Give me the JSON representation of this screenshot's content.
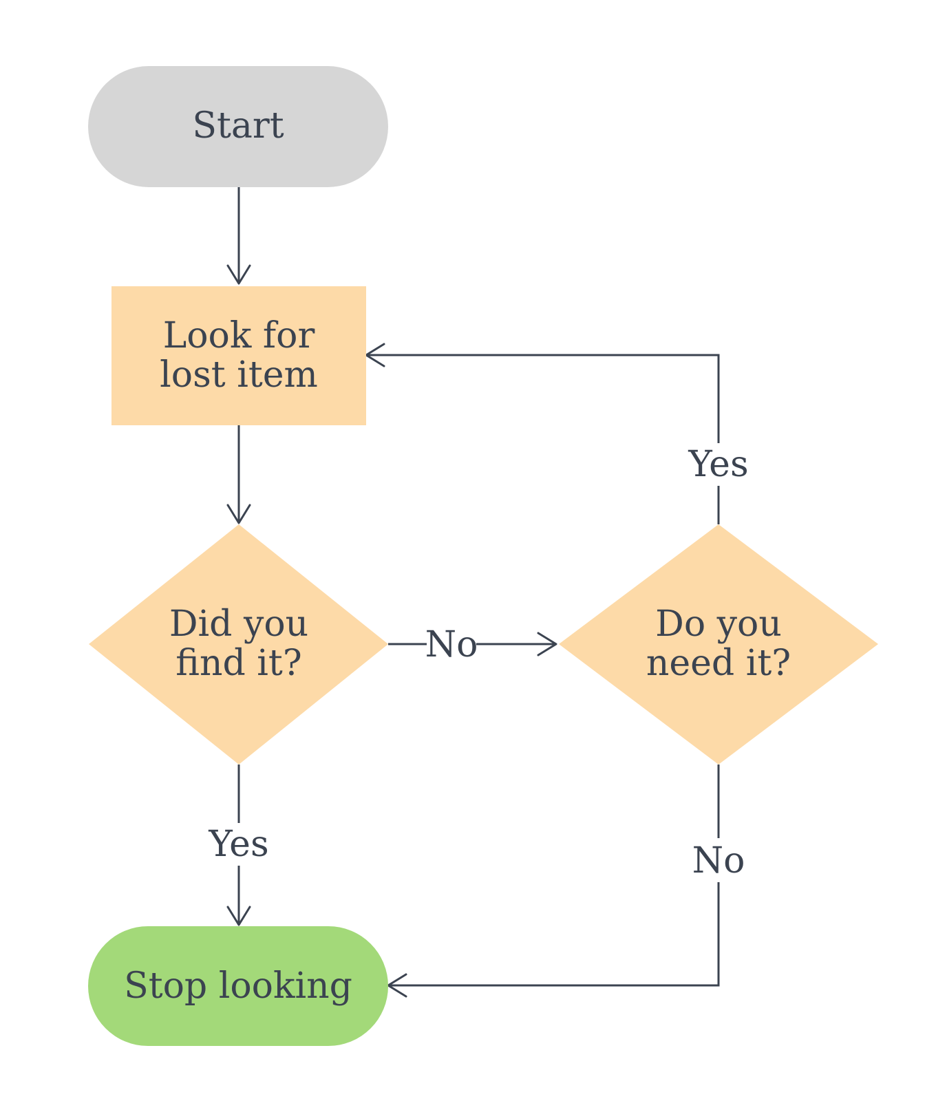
{
  "colors": {
    "start_fill": "#d6d6d6",
    "process_fill": "#fddaa8",
    "decision_fill": "#fddaa8",
    "end_fill": "#a3d979",
    "line": "#3b4350",
    "text": "#3b4350"
  },
  "nodes": {
    "start": {
      "label": "Start"
    },
    "look": {
      "line1": "Look for",
      "line2": "lost item"
    },
    "found": {
      "line1": "Did you",
      "line2": "find it?"
    },
    "need": {
      "line1": "Do you",
      "line2": "need it?"
    },
    "stop": {
      "label": "Stop looking"
    }
  },
  "edges": {
    "found_no": "No",
    "found_yes": "Yes",
    "need_yes": "Yes",
    "need_no": "No"
  }
}
